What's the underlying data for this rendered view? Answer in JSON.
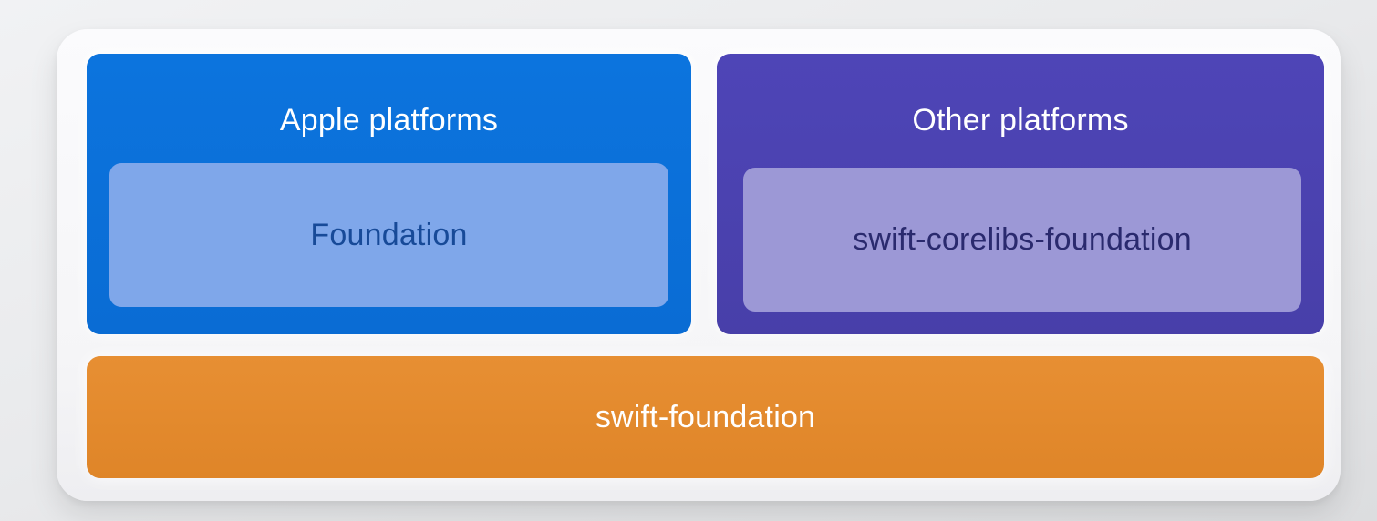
{
  "diagram": {
    "platforms": [
      {
        "title": "Apple platforms",
        "module": "Foundation"
      },
      {
        "title": "Other platforms",
        "module": "swift-corelibs-foundation"
      }
    ],
    "base_module": "swift-foundation"
  },
  "colors": {
    "page_background": "#e9eaec",
    "panel_background": "#f7f7f9",
    "apple_platform_bg": "#0b70da",
    "apple_module_bg": "#7fa7ea",
    "apple_module_text": "#174a98",
    "other_platform_bg": "#4c43b3",
    "other_module_bg": "#9c98d6",
    "other_module_text": "#2a2a6e",
    "base_module_bg": "#e38a2d",
    "platform_title_text": "#ffffff",
    "base_module_text": "#ffffff"
  }
}
